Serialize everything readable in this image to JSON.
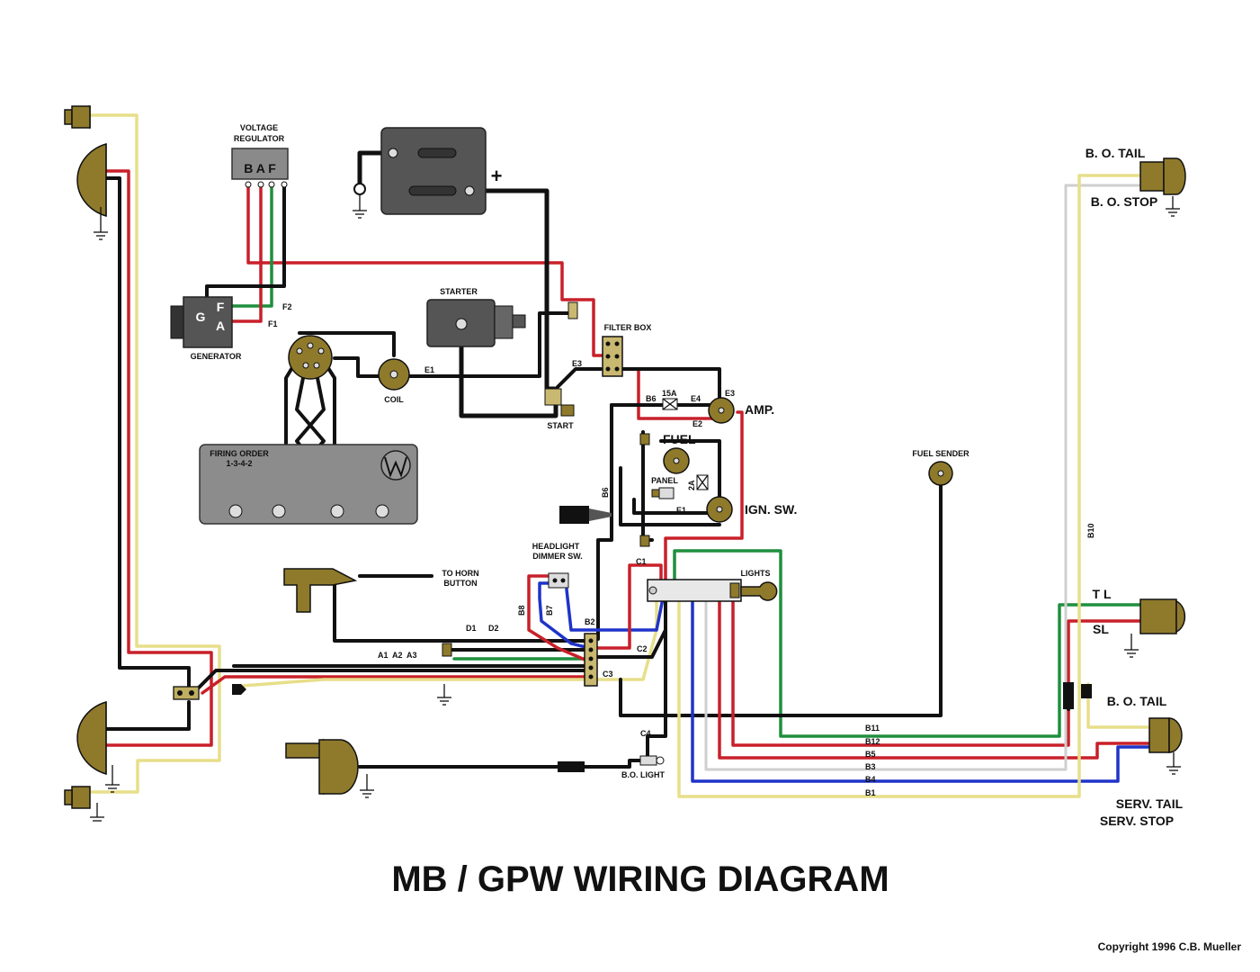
{
  "title": "MB / GPW WIRING DIAGRAM",
  "copyright": "Copyright 1996 C.B. Mueller",
  "components": {
    "voltage_regulator": "VOLTAGE REGULATOR",
    "voltage_regulator_line1": "VOLTAGE",
    "voltage_regulator_line2": "REGULATOR",
    "regulator_terminals": "B A F",
    "generator": "GENERATOR",
    "generator_g": "G",
    "generator_f": "F",
    "generator_a": "A",
    "starter": "STARTER",
    "filter_box": "FILTER BOX",
    "coil": "COIL",
    "start": "START",
    "amp": "AMP.",
    "fuel": "FUEL",
    "panel": "PANEL",
    "ign_sw": "IGN. SW.",
    "fuel_sender": "FUEL SENDER",
    "firing_order_line1": "FIRING ORDER",
    "firing_order_line2": "1-3-4-2",
    "headlight_dimmer_line1": "HEADLIGHT",
    "headlight_dimmer_line2": "DIMMER SW.",
    "lights": "LIGHTS",
    "to_horn_line1": "TO HORN",
    "to_horn_line2": "BUTTON",
    "bo_light": "B.O. LIGHT",
    "bo_tail_top": "B. O. TAIL",
    "bo_stop": "B. O. STOP",
    "tl": "T L",
    "sl": "SL",
    "bo_tail_bottom": "B. O. TAIL",
    "serv_tail": "SERV. TAIL",
    "serv_stop": "SERV. STOP",
    "battery_plus": "+"
  },
  "wire_labels": {
    "f2": "F2",
    "f1": "F1",
    "e1": "E1",
    "e1b": "E1",
    "e2": "E2",
    "e3": "E3",
    "e3b": "E3",
    "e4": "E4",
    "b6": "B6",
    "b6v": "B6",
    "fuse": "15A",
    "fuse2": "2A",
    "c1": "C1",
    "c2": "C2",
    "c3": "C3",
    "c4": "C4",
    "b2": "B2",
    "b7": "B7",
    "b8": "B8",
    "d1": "D1",
    "d2": "D2",
    "a1": "A1",
    "a2": "A2",
    "a3": "A3",
    "b10": "B10",
    "b11": "B11",
    "b12": "B12",
    "b5": "B5",
    "b3": "B3",
    "b4": "B4",
    "b1": "B1"
  },
  "colors": {
    "black": "#111111",
    "red": "#c8202a",
    "green": "#1e8f3e",
    "blue": "#1f33c9",
    "yellow": "#e7df8a",
    "white": "#cfcfcf",
    "olive": "#8f7a2c"
  }
}
